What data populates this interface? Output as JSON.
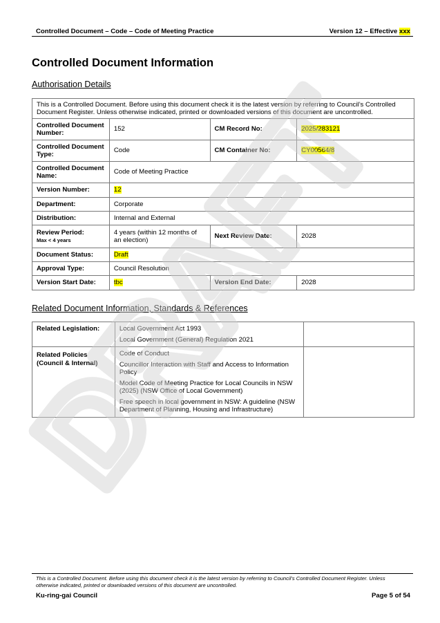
{
  "header": {
    "left": "Controlled Document – Code – Code of Meeting Practice",
    "right_prefix": "Version 12 – Effective ",
    "right_highlight": "xxx"
  },
  "page_title": "Controlled Document Information",
  "authorisation": {
    "heading": "Authorisation Details",
    "notice": "This is a Controlled Document.  Before using this document check it is the latest version by referring to Council’s Controlled Document Register.  Unless otherwise indicated, printed or downloaded versions of this document are uncontrolled.",
    "doc_number_label": "Controlled Document Number:",
    "doc_number": "152",
    "cm_record_label": "CM Record No:",
    "cm_record": "2025/283121",
    "doc_type_label": "Controlled Document Type:",
    "doc_type": "Code",
    "cm_container_label": "CM Container No:",
    "cm_container": "CY00564/8",
    "doc_name_label": "Controlled Document Name:",
    "doc_name": "Code of Meeting Practice",
    "version_label": "Version Number:",
    "version": "12",
    "department_label": "Department:",
    "department": "Corporate",
    "distribution_label": "Distribution:",
    "distribution": "Internal and External",
    "review_period_label": "Review Period:",
    "review_period_note": "Max < 4 years",
    "review_period": "4 years (within 12 months of an election)",
    "next_review_label": "Next Review Date:",
    "next_review": "2028",
    "status_label": "Document Status:",
    "status": "Draft",
    "approval_label": "Approval Type:",
    "approval": "Council Resolution",
    "start_label": "Version Start Date:",
    "start": "tbc",
    "end_label": "Version End Date:",
    "end": "2028"
  },
  "related": {
    "heading": "Related Document Information, Standards & References",
    "legislation_label": "Related Legislation:",
    "legislation": [
      "Local Government Act 1993",
      "Local Government (General) Regulation 2021"
    ],
    "policies_label": "Related Policies (Council & Internal)",
    "policies": [
      "Code of Conduct",
      "Councillor Interaction with Staff and Access to Information Policy",
      "Model Code of Meeting Practice for Local Councils in NSW (2025) (NSW Office of Local Government)",
      "Free speech in local government in NSW: A guideline (NSW Department of Planning, Housing and Infrastructure)"
    ]
  },
  "watermark": "DRAFT",
  "footer": {
    "note": "This is a Controlled Document.  Before using this document check it is the latest version by referring to Council’s Controlled Document Register.  Unless otherwise indicated, printed or downloaded versions of this document are uncontrolled.",
    "org": "Ku-ring-gai Council",
    "page": "Page 5 of 54"
  }
}
